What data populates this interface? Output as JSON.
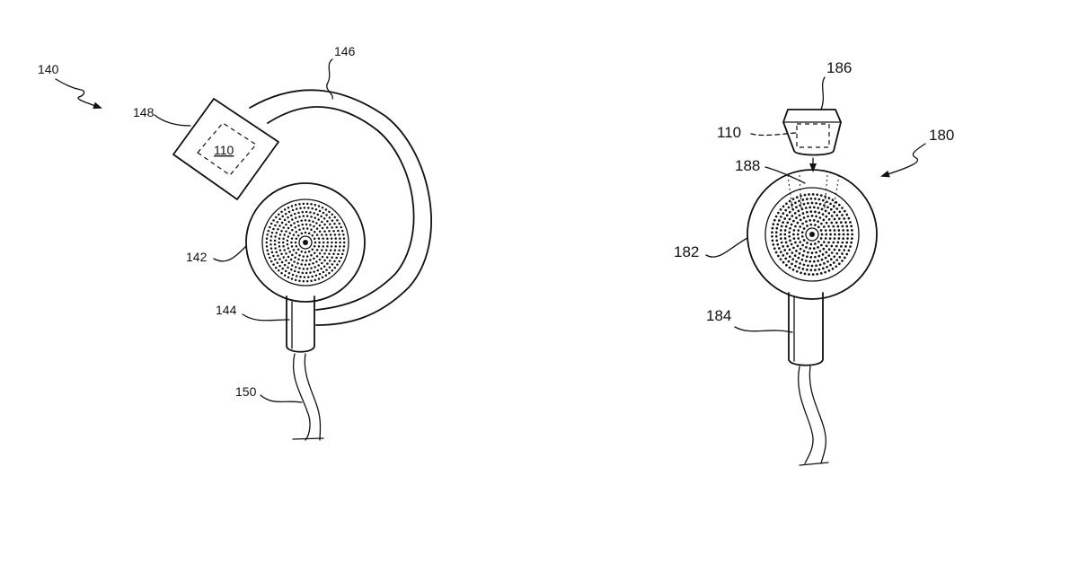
{
  "colors": {
    "line": "#111111",
    "background": "#ffffff"
  },
  "labels": {
    "ref_140": "140",
    "ref_146": "146",
    "ref_148": "148",
    "ref_110_left": "110",
    "ref_142": "142",
    "ref_144": "144",
    "ref_150": "150",
    "ref_186": "186",
    "ref_110_right": "110",
    "ref_180": "180",
    "ref_188": "188",
    "ref_182": "182",
    "ref_184": "184"
  }
}
